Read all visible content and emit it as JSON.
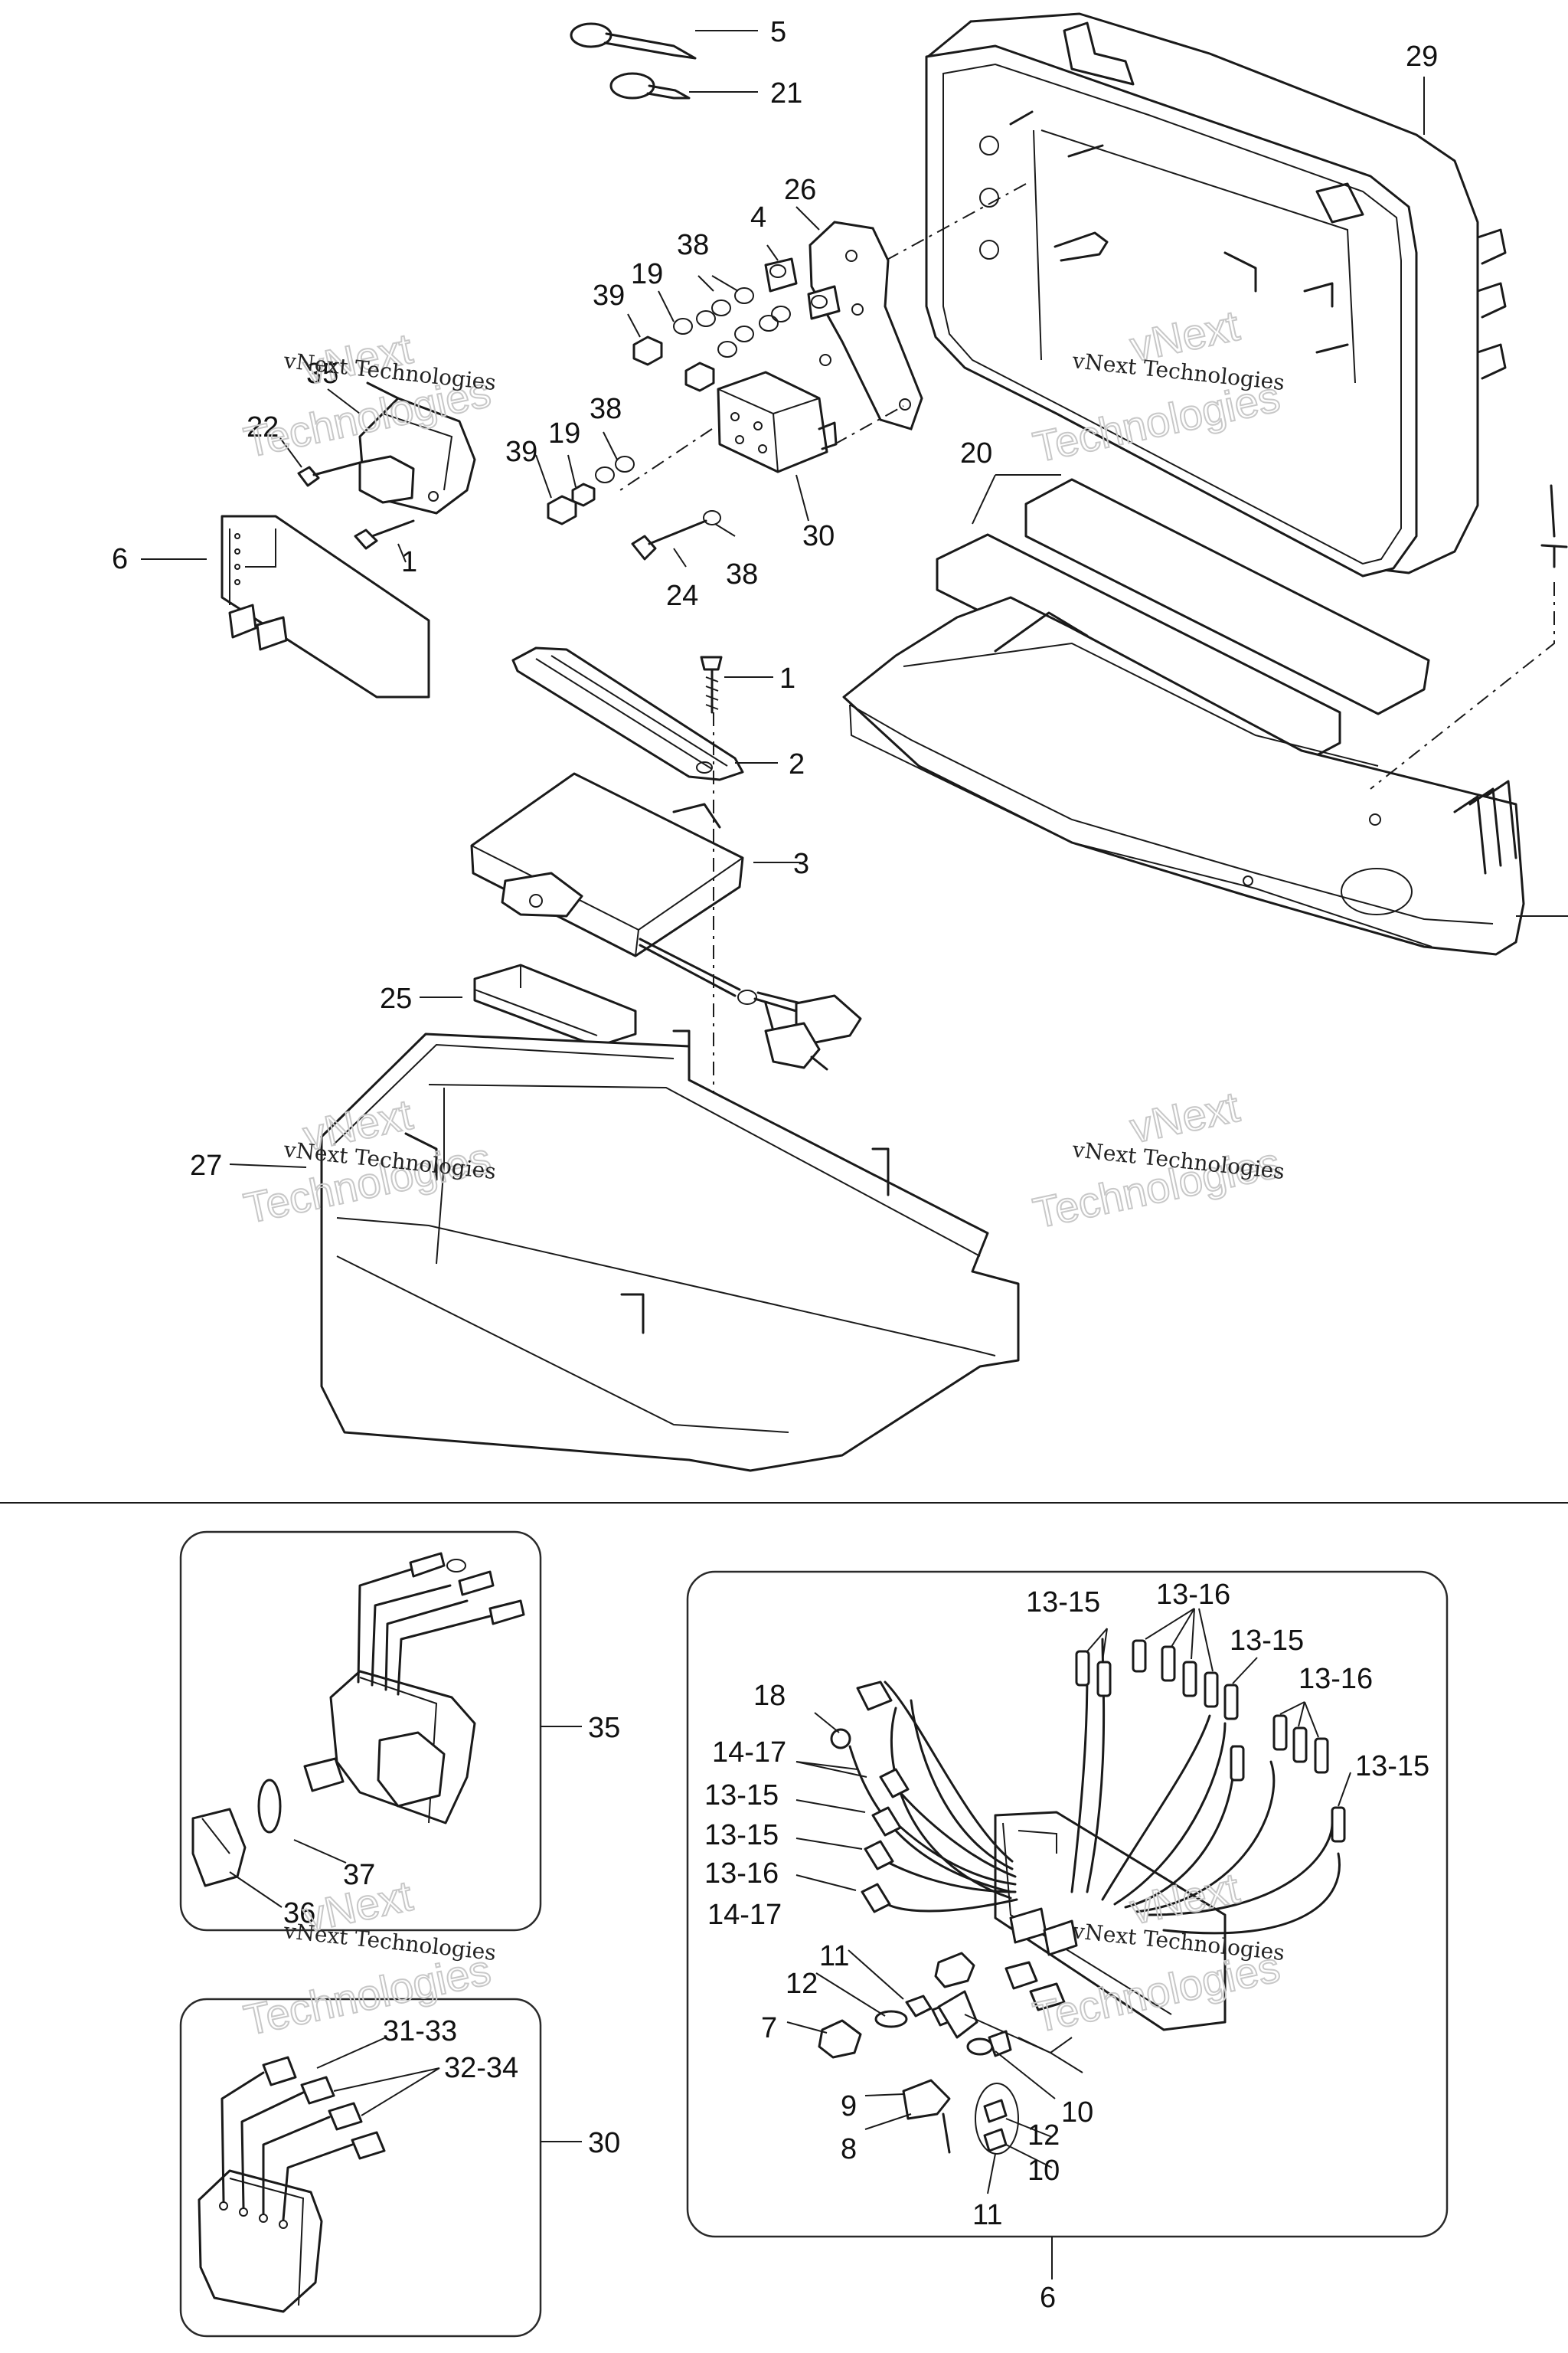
{
  "watermark": {
    "line1": "vNext Technologies",
    "outline_word_top": "vNext",
    "outline_word_bottom": "Technologies"
  },
  "main_callouts": {
    "p5": "5",
    "p21": "21",
    "p29": "29",
    "p26": "26",
    "p4": "4",
    "p38a": "38",
    "p19a": "19",
    "p39a": "39",
    "p35": "35",
    "p22": "22",
    "p38b": "38",
    "p19b": "19",
    "p39b": "39",
    "p1a": "1",
    "p6": "6",
    "p30": "30",
    "p24": "24",
    "p38c": "38",
    "p20": "20",
    "p1b": "1",
    "p2": "2",
    "p3": "3",
    "p25": "25",
    "p27": "27"
  },
  "detail_35": {
    "label": "35",
    "p37": "37",
    "p36": "36"
  },
  "detail_30": {
    "label": "30",
    "p31_33": "31-33",
    "p32_34": "32-34"
  },
  "detail_6": {
    "label": "6",
    "p13_15_a": "13-15",
    "p13_16_a": "13-16",
    "p13_15_b": "13-15",
    "p13_16_b": "13-16",
    "p13_15_c": "13-15",
    "p18": "18",
    "p14_17_a": "14-17",
    "p13_15_d": "13-15",
    "p13_15_e": "13-15",
    "p13_16_c": "13-16",
    "p14_17_b": "14-17",
    "p11_a": "11",
    "p12_a": "12",
    "p7": "7",
    "p9": "9",
    "p8": "8",
    "p10_a": "10",
    "p12_b": "12",
    "p10_b": "10",
    "p11_b": "11"
  }
}
